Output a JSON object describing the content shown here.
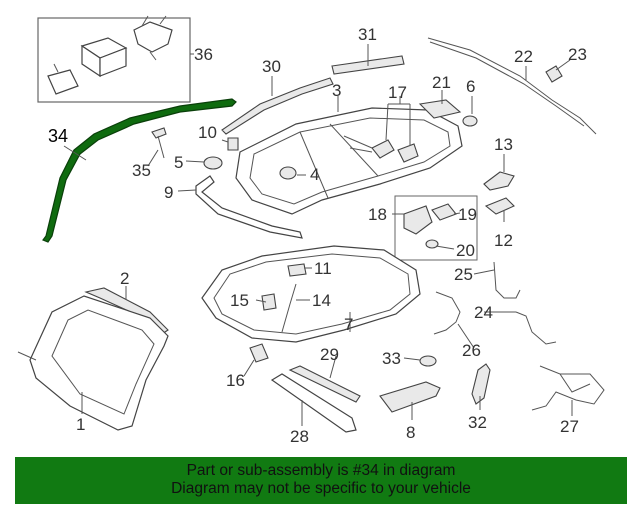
{
  "callouts": [
    {
      "id": "1",
      "label": "1"
    },
    {
      "id": "2",
      "label": "2"
    },
    {
      "id": "3",
      "label": "3"
    },
    {
      "id": "4",
      "label": "4"
    },
    {
      "id": "5",
      "label": "5"
    },
    {
      "id": "6",
      "label": "6"
    },
    {
      "id": "7",
      "label": "7"
    },
    {
      "id": "8",
      "label": "8"
    },
    {
      "id": "9",
      "label": "9"
    },
    {
      "id": "10",
      "label": "10"
    },
    {
      "id": "11",
      "label": "11"
    },
    {
      "id": "12",
      "label": "12"
    },
    {
      "id": "13",
      "label": "13"
    },
    {
      "id": "14",
      "label": "14"
    },
    {
      "id": "15",
      "label": "15"
    },
    {
      "id": "16",
      "label": "16"
    },
    {
      "id": "17",
      "label": "17"
    },
    {
      "id": "18",
      "label": "18"
    },
    {
      "id": "19",
      "label": "19"
    },
    {
      "id": "20",
      "label": "20"
    },
    {
      "id": "21",
      "label": "21"
    },
    {
      "id": "22",
      "label": "22"
    },
    {
      "id": "23",
      "label": "23"
    },
    {
      "id": "24",
      "label": "24"
    },
    {
      "id": "25",
      "label": "25"
    },
    {
      "id": "26",
      "label": "26"
    },
    {
      "id": "27",
      "label": "27"
    },
    {
      "id": "28",
      "label": "28"
    },
    {
      "id": "29",
      "label": "29"
    },
    {
      "id": "30",
      "label": "30"
    },
    {
      "id": "31",
      "label": "31"
    },
    {
      "id": "32",
      "label": "32"
    },
    {
      "id": "33",
      "label": "33"
    },
    {
      "id": "34",
      "label": "34"
    },
    {
      "id": "35",
      "label": "35"
    },
    {
      "id": "36",
      "label": "36"
    }
  ],
  "highlight": {
    "part": "34",
    "color": "#0f6b0f"
  },
  "banner": {
    "line1": "Part or sub-assembly is #34 in diagram",
    "line2": "Diagram may not be specific to your vehicle",
    "color": "#117a12"
  }
}
